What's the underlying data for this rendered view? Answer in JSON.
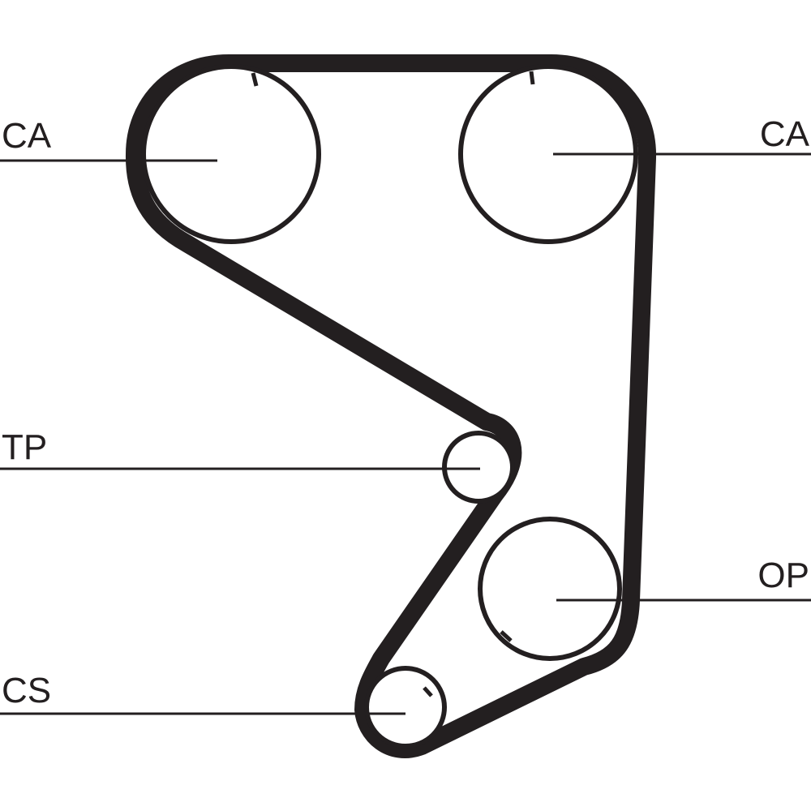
{
  "diagram": {
    "labels": {
      "camshaft_left": "CA",
      "camshaft_right": "CA",
      "tensioner_pulley": "TP",
      "oil_pump": "OP",
      "crankshaft": "CS"
    },
    "colors": {
      "line": "#231f20",
      "background": "#ffffff"
    }
  }
}
